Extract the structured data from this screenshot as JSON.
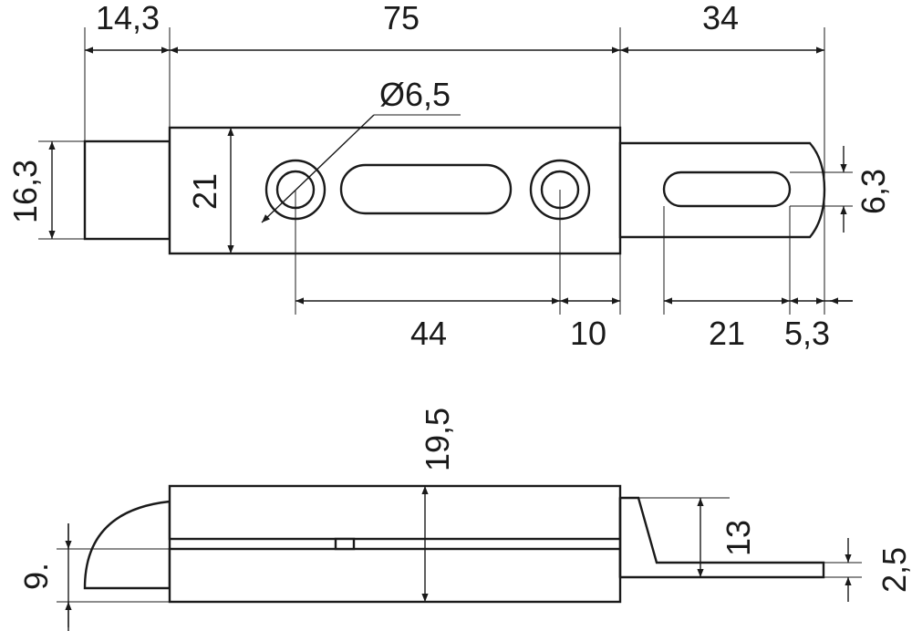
{
  "top_view": {
    "dim_pin_length": "14,3",
    "dim_body_length": "75",
    "dim_tongue_length": "34",
    "dim_hole_diameter": "Ø6,5",
    "dim_pin_height": "16,3",
    "dim_body_width": "21",
    "dim_slot_width": "6,3",
    "dim_hole_spacing": "44",
    "dim_hole_edge": "10",
    "dim_tongue_slot": "21",
    "dim_tongue_tip": "5,3"
  },
  "side_view": {
    "dim_body_height": "19,5",
    "dim_upper_height": "13",
    "dim_plate_thickness": "2,5",
    "dim_pin_diameter": "9."
  }
}
